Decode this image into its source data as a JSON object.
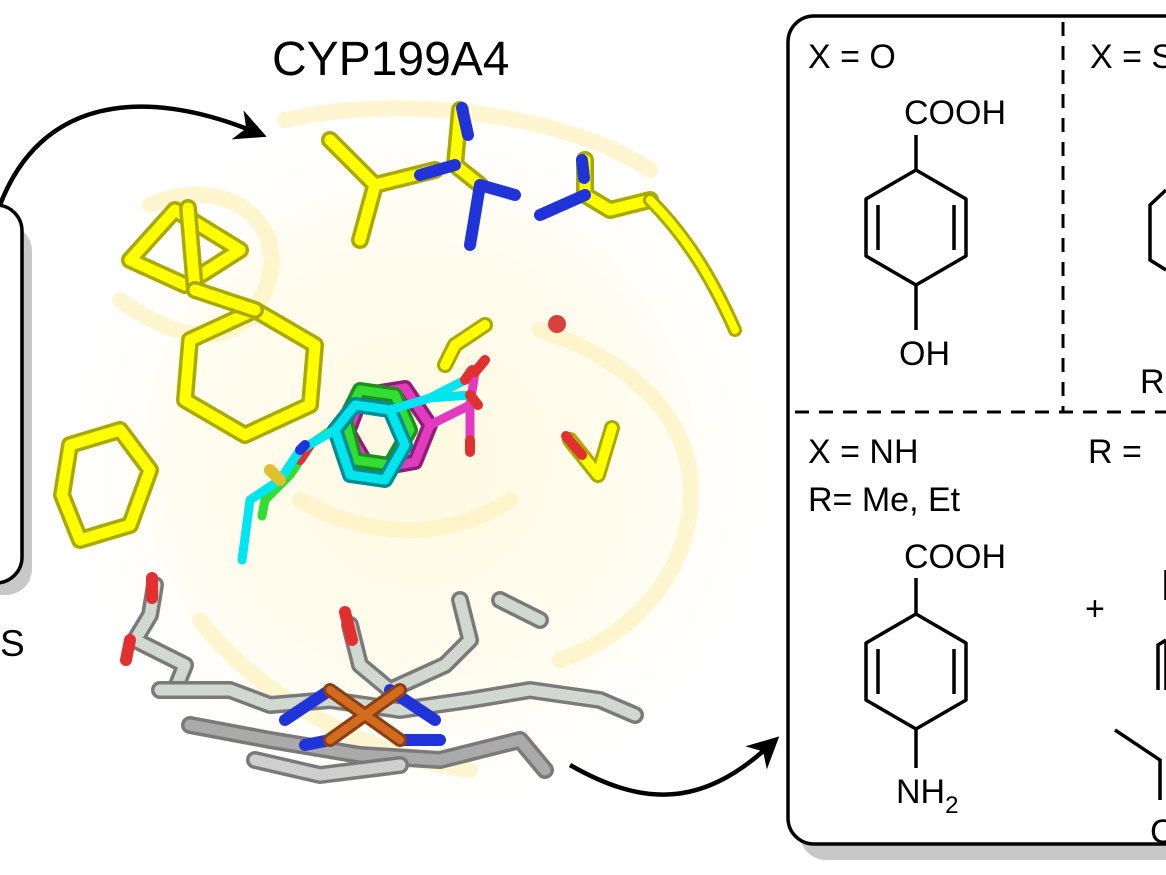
{
  "title": "CYP199A4",
  "left_panel": {
    "letter": "S"
  },
  "right_panel": {
    "cells": [
      {
        "header": "X = O",
        "top_group": "COOH",
        "bottom_group": "OH"
      },
      {
        "header": "X = S",
        "partial_label": "R"
      },
      {
        "header": "X = NH",
        "subheader": "R= Me, Et",
        "top_group": "COOH",
        "bottom_group_main": "NH",
        "bottom_group_sub": "2"
      },
      {
        "header": "R = ",
        "operator": "+",
        "partial_bottom": "C"
      }
    ]
  },
  "colors": {
    "carbon_yellow": "#ffff00",
    "nitrogen_blue": "#1f33d9",
    "oxygen_red": "#e03030",
    "ligand_cyan": "#00e5ee",
    "ligand_magenta": "#e23bc0",
    "ligand_green": "#33dd33",
    "heme_grey": "#b8b8b8",
    "iron_orange": "#d26b1e",
    "glow": "#fff8d8"
  },
  "icons": [
    "curved-arrow-icon",
    "water-molecule-icon"
  ]
}
